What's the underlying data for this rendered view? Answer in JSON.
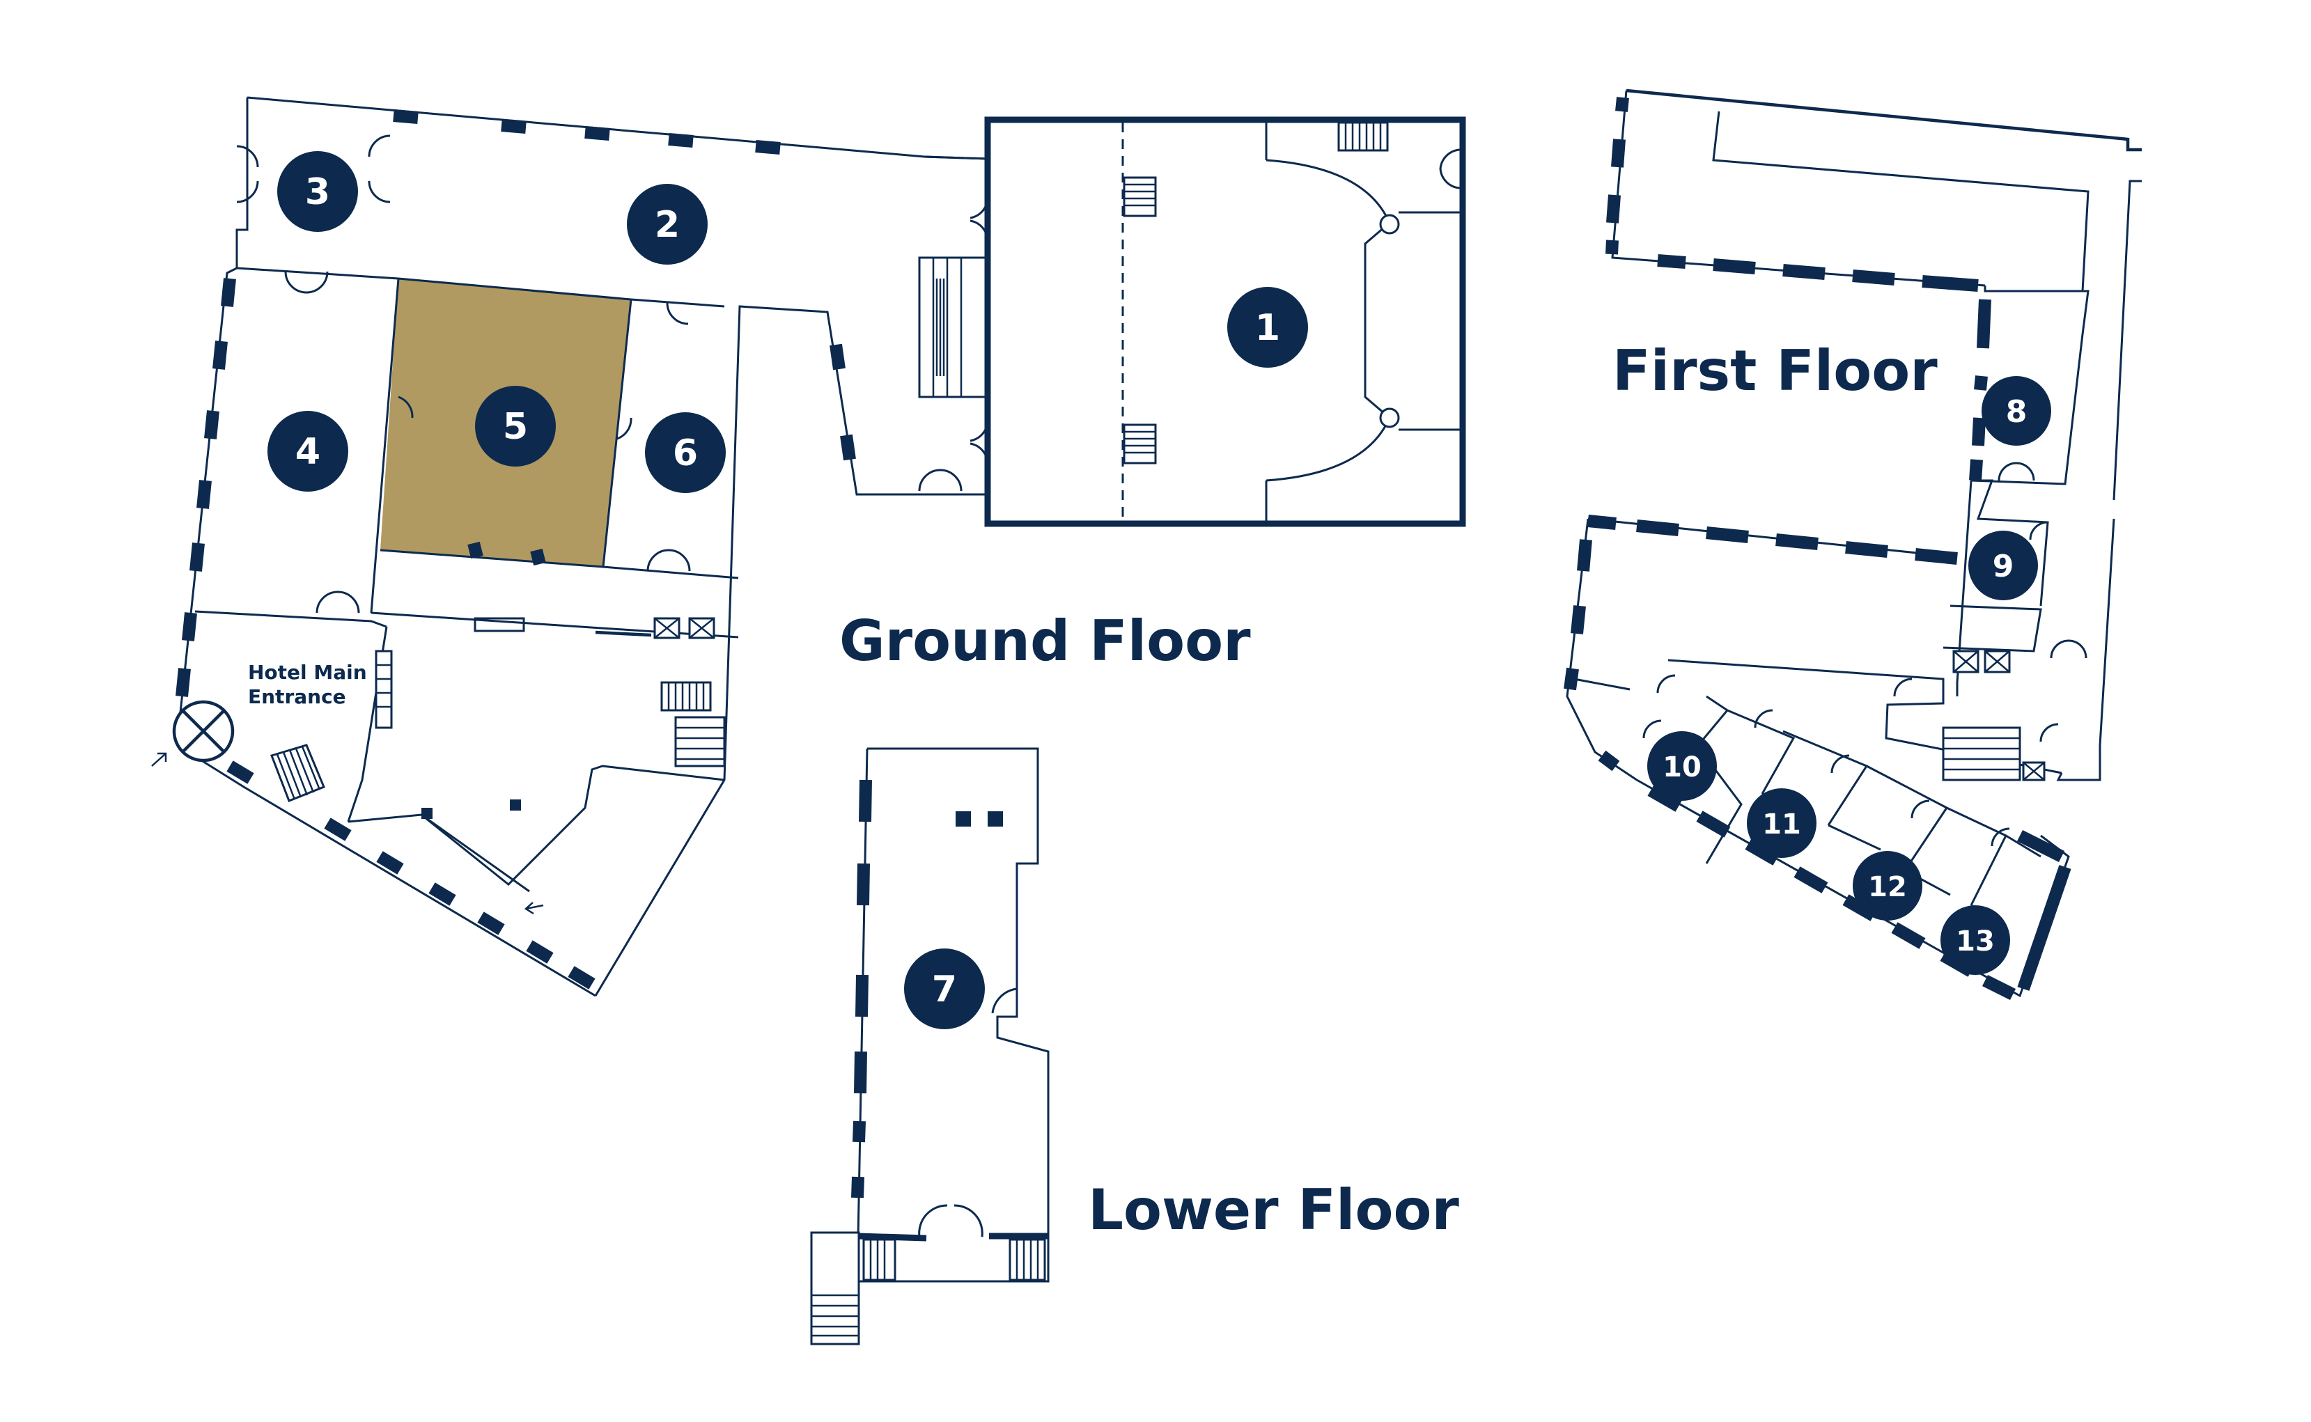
{
  "floors": {
    "ground": "Ground Floor",
    "first": "First Floor",
    "lower": "Lower Floor"
  },
  "entrance_label_line1": "Hotel Main",
  "entrance_label_line2": "Entrance",
  "rooms": [
    {
      "id": "1",
      "label": "1"
    },
    {
      "id": "2",
      "label": "2"
    },
    {
      "id": "3",
      "label": "3"
    },
    {
      "id": "4",
      "label": "4"
    },
    {
      "id": "5",
      "label": "5"
    },
    {
      "id": "6",
      "label": "6"
    },
    {
      "id": "7",
      "label": "7"
    },
    {
      "id": "8",
      "label": "8"
    },
    {
      "id": "9",
      "label": "9"
    },
    {
      "id": "10",
      "label": "10"
    },
    {
      "id": "11",
      "label": "11"
    },
    {
      "id": "12",
      "label": "12"
    },
    {
      "id": "13",
      "label": "13"
    }
  ],
  "colors": {
    "wall": "#0d2a4e",
    "badge": "#0d2a4e",
    "highlight": "#b09a62",
    "background": "#ffffff"
  },
  "highlighted_room": "5"
}
